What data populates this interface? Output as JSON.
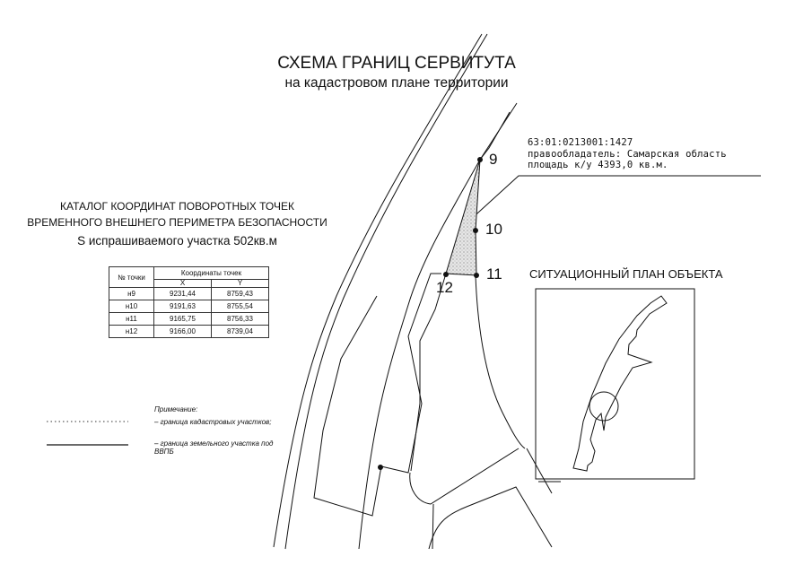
{
  "header": {
    "title": "СХЕМА ГРАНИЦ СЕРВИТУТА",
    "subtitle": "на кадастровом плане территории"
  },
  "parcel": {
    "cadastral_number": "63:01:0213001:1427",
    "owner": "правообладатель: Самарская область",
    "area": "площадь к/у 4393,0 кв.м."
  },
  "catalog": {
    "line1": "КАТАЛОГ КООРДИНАТ ПОВОРОТНЫХ ТОЧЕК",
    "line2": "ВРЕМЕННОГО ВНЕШНЕГО ПЕРИМЕТРА БЕЗОПАСНОСТИ",
    "line3": "S испрашиваемого участка 502кв.м",
    "table": {
      "header_point": "№ точки",
      "header_coords": "Координаты точек",
      "header_x": "X",
      "header_y": "Y",
      "rows": [
        {
          "point": "н9",
          "x": "9231,44",
          "y": "8759,43"
        },
        {
          "point": "н10",
          "x": "9191,63",
          "y": "8755,54"
        },
        {
          "point": "н11",
          "x": "9165,75",
          "y": "8756,33"
        },
        {
          "point": "н12",
          "x": "9166,00",
          "y": "8739,04"
        }
      ]
    }
  },
  "points": {
    "p9": "9",
    "p10": "10",
    "p11": "11",
    "p12": "12"
  },
  "situation_plan": {
    "title": "СИТУАЦИОННЫЙ ПЛАН ОБЪЕКТА"
  },
  "legend": {
    "title": "Примечание:",
    "item1": "– граница кадастровых участков;",
    "item2": "– граница земельного участка под ВВПБ"
  }
}
